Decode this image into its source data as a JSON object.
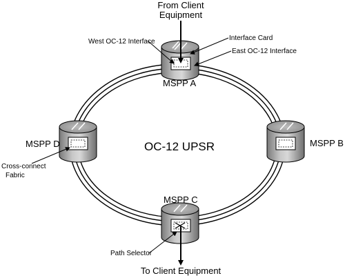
{
  "diagram": {
    "ring_label": "OC-12 UPSR",
    "top_label": {
      "line1": "From Client",
      "line2": "Equipment"
    },
    "bottom_label": "To Client Equipment",
    "nodes": {
      "a": "MSPP A",
      "b": "MSPP B",
      "c": "MSPP C",
      "d": "MSPP D"
    },
    "callouts": {
      "west_interface": "West OC-12 Interface",
      "interface_card": "Interface Card",
      "east_interface": "East OC-12 Interface",
      "cross_connect": {
        "line1": "Cross-connect",
        "line2": "Fabric"
      },
      "path_selector": "Path Selector"
    }
  }
}
